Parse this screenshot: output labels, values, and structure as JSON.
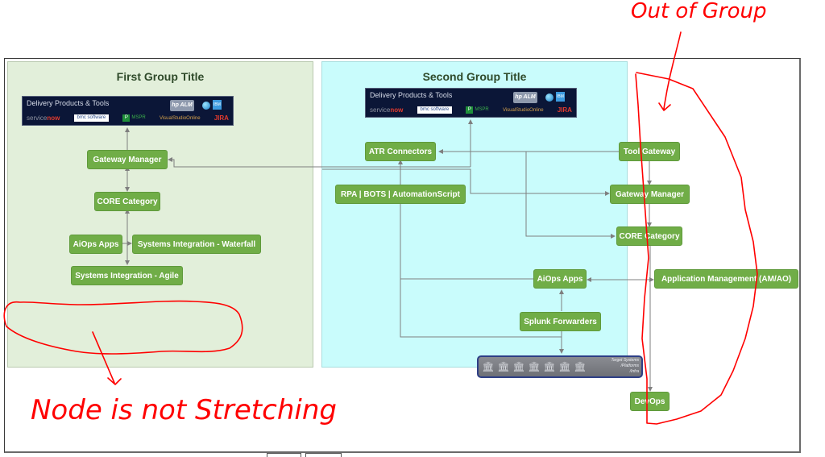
{
  "diagram": {
    "groups": [
      {
        "title": "First Group Title",
        "color": "#e2efda"
      },
      {
        "title": "Second Group Title",
        "color": "#c9fcfc"
      }
    ],
    "banner": {
      "title": "Delivery Products & Tools",
      "logos": {
        "servicenow_prefix": "service",
        "servicenow_suffix": "now",
        "bmc": "bmc software",
        "project_mark": "P",
        "project_text": "MSPR",
        "visualstudio": "VisualStudioOnline",
        "jira": "JIRA",
        "hp": "hp ALM",
        "ibm": "IBM"
      }
    },
    "nodes": {
      "g1_gateway_manager": "Gateway Manager",
      "g1_core_category": "CORE Category",
      "g1_aiops_apps": "AiOps Apps",
      "g1_si_waterfall": "Systems Integration - Waterfall",
      "g1_si_agile": "Systems Integration - Agile",
      "g2_atr_connectors": "ATR Connectors",
      "g2_rpa_bots": "RPA | BOTS | AutomationScript",
      "g2_aiops_apps": "AiOps Apps",
      "g2_splunk": "Splunk Forwarders",
      "out_tool_gateway": "Tool Gateway",
      "out_gateway_manager": "Gateway Manager",
      "out_core_category": "CORE Category",
      "out_app_management": "Application Management (AM/AO)",
      "out_devops": "DevOps"
    },
    "target_systems": {
      "label_line1": "Target Systems",
      "label_line2": "/Platforms",
      "label_line3": "/Infra",
      "server_icon_count": 7
    },
    "node_color": "#70ad47",
    "edge_color": "#7f7f7f"
  },
  "annotations": {
    "color": "#ff0000",
    "out_of_group": "Out of Group",
    "node_not_stretching": "Node is not Stretching"
  }
}
